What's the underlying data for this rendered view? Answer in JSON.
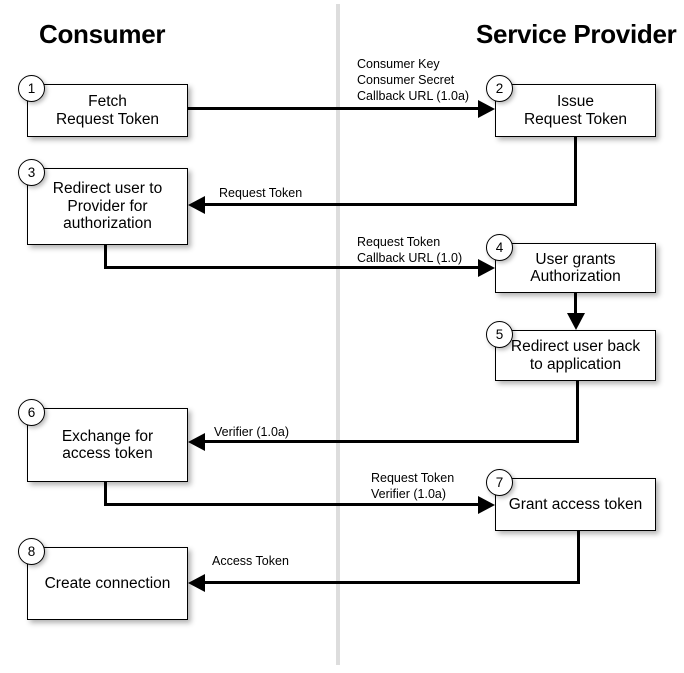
{
  "diagram": {
    "columns": {
      "consumer": "Consumer",
      "provider": "Service Provider"
    },
    "divider_color": "#dddddd",
    "line_color": "#000000",
    "box_fill": "#ffffff",
    "steps": [
      {
        "number": "1",
        "label": "Fetch\nRequest Token",
        "side": "consumer"
      },
      {
        "number": "2",
        "label": "Issue\nRequest Token",
        "side": "provider"
      },
      {
        "number": "3",
        "label": "Redirect user to\nProvider for\nauthorization",
        "side": "consumer"
      },
      {
        "number": "4",
        "label": "User grants\nAuthorization",
        "side": "provider"
      },
      {
        "number": "5",
        "label": "Redirect user back\nto application",
        "side": "provider"
      },
      {
        "number": "6",
        "label": "Exchange for\naccess token",
        "side": "consumer"
      },
      {
        "number": "7",
        "label": "Grant access token",
        "side": "provider"
      },
      {
        "number": "8",
        "label": "Create connection",
        "side": "consumer"
      }
    ],
    "edges": [
      {
        "from": "1",
        "to": "2",
        "label": "Consumer Key\nConsumer Secret\nCallback URL (1.0a)",
        "direction": "right"
      },
      {
        "from": "2",
        "to": "3",
        "label": "Request Token",
        "direction": "left"
      },
      {
        "from": "3",
        "to": "4",
        "label": "Request Token\nCallback URL (1.0)",
        "direction": "right"
      },
      {
        "from": "4",
        "to": "5",
        "label": "",
        "direction": "down"
      },
      {
        "from": "5",
        "to": "6",
        "label": "Verifier (1.0a)",
        "direction": "left"
      },
      {
        "from": "6",
        "to": "7",
        "label": "Request Token\nVerifier (1.0a)",
        "direction": "right"
      },
      {
        "from": "7",
        "to": "8",
        "label": "Access Token",
        "direction": "left"
      }
    ]
  }
}
